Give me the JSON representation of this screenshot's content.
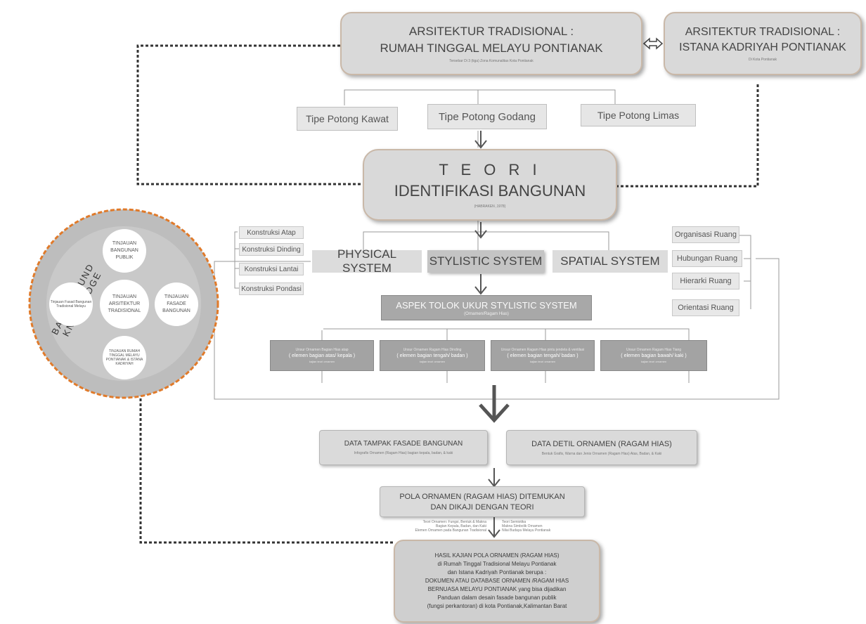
{
  "top_left": {
    "title_line1": "ARSITEKTUR  TRADISIONAL :",
    "title_line2": "RUMAH TINGGAL  MELAYU PONTIANAK",
    "subtitle": "Tersebar Di 3 (tiga) Zona Komunalitas Kota Pontianak"
  },
  "top_right": {
    "title_line1": "ARSITEKTUR  TRADISIONAL :",
    "title_line2": "ISTANA KADRIYAH PONTIANAK",
    "subtitle": "Di Kota Pontianak"
  },
  "types": [
    "Tipe Potong Kawat",
    "Tipe Potong Godang",
    "Tipe Potong Limas"
  ],
  "theory": {
    "line1": "T E O R I",
    "line2": "IDENTIFIKASI BANGUNAN",
    "citation": "(HABRAKEN ,1978)"
  },
  "systems": {
    "physical": "PHYSICAL SYSTEM",
    "stylistic": "STYLISTIC SYSTEM",
    "spatial": "SPATIAL SYSTEM"
  },
  "physical_items": [
    "Konstruksi Atap",
    "Konstruksi Dinding",
    "Konstruksi Lantai",
    "Konstruksi Pondasi"
  ],
  "spatial_items": [
    "Organisasi Ruang",
    "Hubungan Ruang",
    "Hierarki Ruang",
    "Orientasi Ruang"
  ],
  "aspek": {
    "title": "ASPEK TOLOK UKUR STYLISTIC SYSTEM",
    "subtitle": "(Ornamen/Ragam Hias)"
  },
  "aspek_items": [
    {
      "line1": "Unsur Ornamen Bagian Hias atap",
      "line2": "( elemen bagian atas/ kepala )",
      "line3": "kajian teori ornamen"
    },
    {
      "line1": "Unsur Ornamen Ragam Hias Dinding",
      "line2": "( elemen bagian tengah/ badan )",
      "line3": "kajian teori ornamen"
    },
    {
      "line1": "Unsur Ornamen Ragam Hias pintu jendela & ventilasi",
      "line2": "( elemen bagian tengah/ badan )",
      "line3": "kajian teori ornamen"
    },
    {
      "line1": "Unsur Ornamen Ragam Hias Tiang",
      "line2": "( elemen bagian bawah/ kaki )",
      "line3": "kajian teori ornamen"
    }
  ],
  "data_boxes": [
    {
      "title": "DATA TAMPAK FASADE BANGUNAN",
      "subtitle": "Infografis Ornamen (Ragam Hias) bagian kepala, badan, & kaki"
    },
    {
      "title": "DATA DETIL ORNAMEN (RAGAM HIAS)",
      "subtitle": "Bentuk Grafis, Warna dan Jenis Ornamen (Ragam Hias) Atas, Badan, & Kaki"
    }
  ],
  "pola": {
    "line1": "POLA  ORNAMEN (RAGAM HIAS) DITEMUKAN",
    "line2": "DAN DIKAJI DENGAN TEORI"
  },
  "pola_notes_left": [
    "Teori Ornamen: Fungsi, Bentuk & Makna",
    "Bagian Kepala, Badan, dan Kaki",
    "Elemen Ornamen pada Bangunan Tradisional"
  ],
  "pola_notes_right": [
    "Teori Semiotika",
    "Makna Simbolik Ornamen",
    "Nilai Budaya Melayu Pontianak"
  ],
  "hasil": {
    "lines": [
      "HASIL KAJIAN POLA ORNAMEN (RAGAM HIAS)",
      "di  Rumah Tinggal Tradisional Melayu Pontianak",
      "dan Istana Kadriyah Pontianak berupa :",
      "DOKUMEN ATAU DATABASE ORNAMEN /RAGAM HIAS",
      "BERNUASA MELAYU PONTIANAK yang bisa dijadikan",
      "Panduan dalam desain fasade bangunan publik",
      "(fungsi perkantoran) di kota Pontianak,Kalimantan Barat"
    ]
  },
  "background": {
    "label": "BACKGROUND KNOWLEDGE",
    "center": "TINJAUAN ARSITEKTUR TRADISIONAL",
    "top": "TINJAUAN BANGUNAN PUBLIK",
    "right": "TINJAUAN FASADE BANGUNAN",
    "left": "Tinjauan Fasad Bangunan Tradisional Melayu",
    "bottom": "TINJAUAN RUMAH TINGGAL MELAYU PONTIANAK & ISTANA KADRIYAH"
  },
  "colors": {
    "box_fill": "#d9d9d9",
    "outer_ring": "#e07a2a",
    "circle_bg": "#c8c8c8",
    "dark_box": "#a3a3a3"
  }
}
